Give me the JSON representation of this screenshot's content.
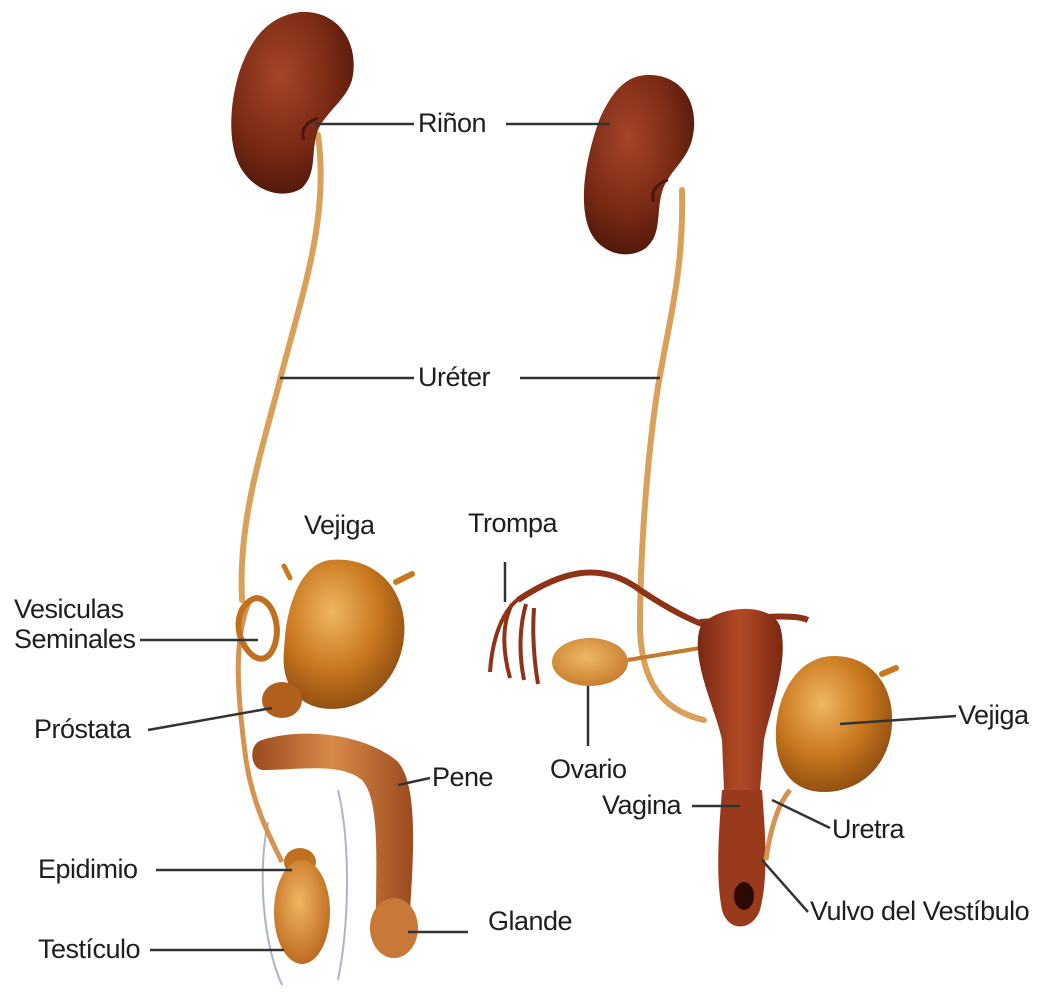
{
  "labels": {
    "rinon": "Riñon",
    "ureter": "Uréter",
    "vejiga_male": "Vejiga",
    "vesiculas_seminales": "Vesiculas Seminales",
    "prostata": "Próstata",
    "pene": "Pene",
    "epidimio": "Epidimio",
    "glande": "Glande",
    "testiculo": "Testículo",
    "trompa": "Trompa",
    "ovario": "Ovario",
    "vagina": "Vagina",
    "vejiga_female": "Vejiga",
    "uretra": "Uretra",
    "vulvo_vestibulo": "Vulvo del Vestíbulo"
  },
  "colors": {
    "kidney": "#7a2a14",
    "ureter": "#d9a05a",
    "bladder": "#c8781e",
    "uterus": "#8e3218",
    "leader": "#333333"
  }
}
